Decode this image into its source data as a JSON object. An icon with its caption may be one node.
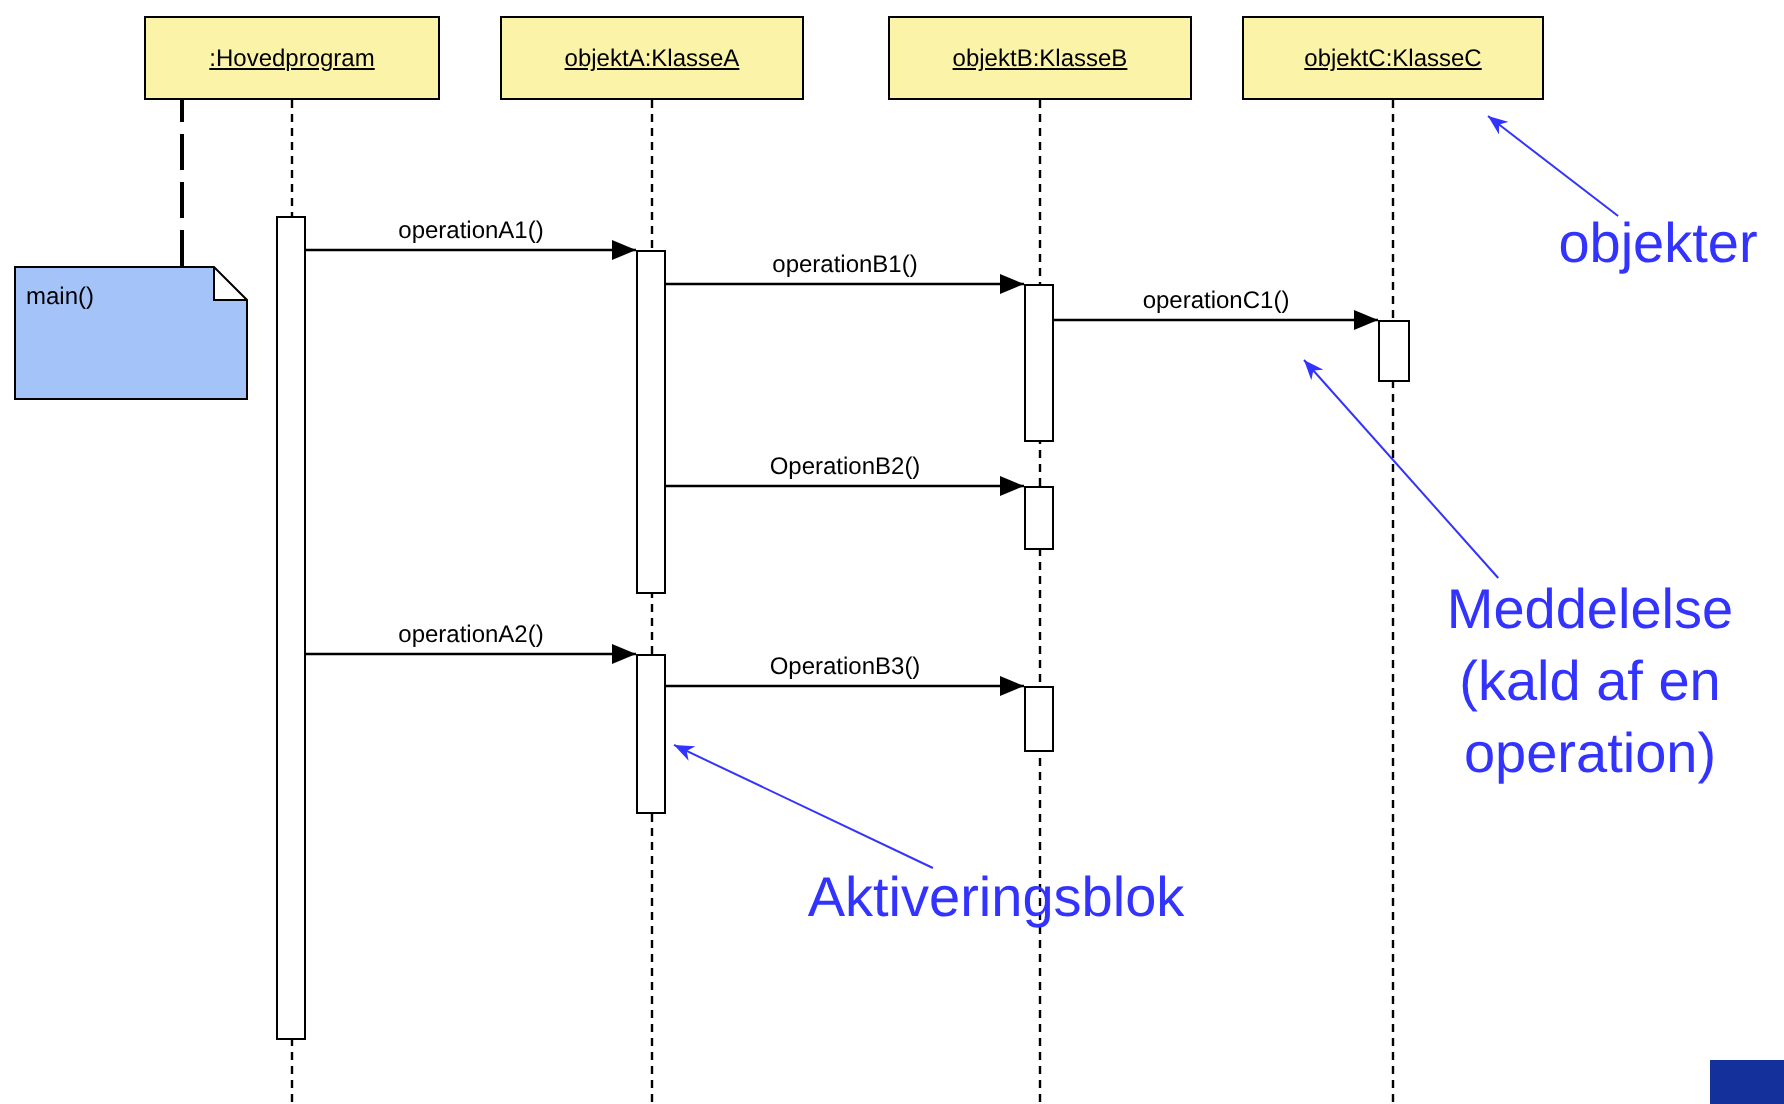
{
  "diagram": {
    "nodes": [
      {
        "text": [
          ":Hovedprogram"
        ]
      },
      {
        "text": [
          "objektA:KlasseA"
        ]
      },
      {
        "text": [
          "objektB:KlasseB"
        ]
      },
      {
        "text": [
          "objektC:KlasseC"
        ]
      },
      {
        "text": [
          "main()"
        ]
      },
      {
        "text": [],
        "shape": "bar"
      },
      {
        "text": [],
        "shape": "bar"
      },
      {
        "text": [],
        "shape": "bar"
      },
      {
        "text": [],
        "shape": "bar"
      },
      {
        "text": [],
        "shape": "bar"
      },
      {
        "text": [],
        "shape": "bar"
      },
      {
        "text": [],
        "shape": "bar"
      },
      {
        "text": [
          "objekter"
        ]
      },
      {
        "text": [
          "Meddelelse (kald af en operation)"
        ]
      },
      {
        "text": [
          "Aktiveringsblok"
        ]
      }
    ],
    "edges": [
      {
        "from": 4,
        "to": 0,
        "arrow": "none",
        "style": "dashed"
      },
      {
        "from": 5,
        "to": 6,
        "arrow": "to",
        "label": "operationA1()"
      },
      {
        "from": 6,
        "to": 8,
        "arrow": "to",
        "label": "operationB1()"
      },
      {
        "from": 8,
        "to": 11,
        "arrow": "to",
        "label": "operationC1()"
      },
      {
        "from": 6,
        "to": 9,
        "arrow": "to",
        "label": "OperationB2()"
      },
      {
        "from": 5,
        "to": 7,
        "arrow": "to",
        "label": "operationA2()"
      },
      {
        "from": 7,
        "to": 10,
        "arrow": "to",
        "label": "OperationB3()"
      },
      {
        "from": 12,
        "to": 3,
        "arrow": "to",
        "color": "#3333ff"
      },
      {
        "from": 13,
        "to": null,
        "arrow": "to",
        "color": "#3333ff"
      },
      {
        "from": 14,
        "to": 7,
        "arrow": "to",
        "color": "#3333ff"
      }
    ]
  }
}
